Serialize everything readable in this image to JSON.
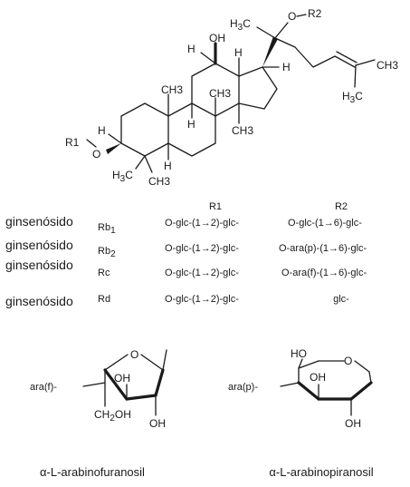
{
  "aglycone": {
    "labels": {
      "r1": "R1",
      "r2": "R2",
      "o": "O",
      "oh": "OH",
      "h": "H",
      "h3c": "H3C",
      "ch3": "CH3",
      "c_h": "CH",
      "h3_sub": "3"
    }
  },
  "table": {
    "header_r1": "R1",
    "header_r2": "R2",
    "rows": [
      {
        "name": "ginsenósido",
        "sub_main": "Rb",
        "sub_idx": "1",
        "r1": "O-glc-(1→2)-glc-",
        "r2": "O-glc-(1→6)-glc-"
      },
      {
        "name": "ginsenósido",
        "sub_main": "Rb",
        "sub_idx": "2",
        "r1": "O-glc-(1→2)-glc-",
        "r2": "O-ara(p)-(1→6)-glc-"
      },
      {
        "name": "ginsenósido",
        "sub_main": "Rc",
        "sub_idx": "",
        "r1": "O-glc-(1→2)-glc-",
        "r2": "O-ara(f)-(1→6)-glc-"
      },
      {
        "name": "ginsenósido",
        "sub_main": "Rd",
        "sub_idx": "",
        "r1": "O-glc-(1→2)-glc-",
        "r2": "glc-"
      }
    ]
  },
  "sugars": {
    "furanose": {
      "prefix": "ara(f)-",
      "o": "O",
      "oh": "OH",
      "ch2oh": "CH2OH",
      "caption": "α-L-arabinofuranosil"
    },
    "pyranose": {
      "prefix": "ara(p)-",
      "o": "O",
      "ho": "HO",
      "oh": "OH",
      "caption": "α-L-arabinopiranosil"
    }
  }
}
